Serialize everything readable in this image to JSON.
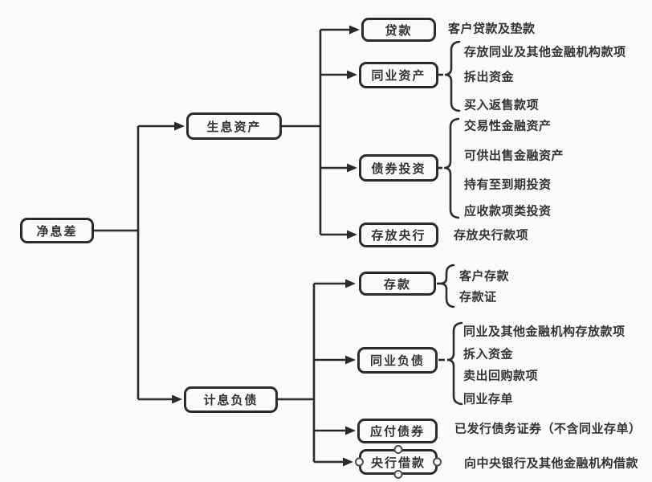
{
  "diagram": {
    "colors": {
      "stroke": "#2b2b2b",
      "text": "#333333",
      "background": "#fbfbfb"
    },
    "root": {
      "label": "净息差"
    },
    "assets": {
      "label": "生息资产",
      "children": [
        {
          "label": "贷款",
          "items": [
            "客户贷款及垫款"
          ]
        },
        {
          "label": "同业资产",
          "items": [
            "存放同业及其他金融机构款项",
            "拆出资金",
            "买入返售款项"
          ]
        },
        {
          "label": "债券投资",
          "items": [
            "交易性金融资产",
            "可供出售金融资产",
            "持有至到期投资",
            "应收款项类投资"
          ]
        },
        {
          "label": "存放央行",
          "items": [
            "存放央行款项"
          ]
        }
      ]
    },
    "liabilities": {
      "label": "计息负债",
      "children": [
        {
          "label": "存款",
          "items": [
            "客户存款",
            "存款证"
          ]
        },
        {
          "label": "同业负债",
          "items": [
            "同业及其他金融机构存放款项",
            "拆入资金",
            "卖出回购款项",
            "同业存单"
          ]
        },
        {
          "label": "应付债券",
          "items": [
            "已发行债务证券（不含同业存单）"
          ]
        },
        {
          "label": "央行借款",
          "items": [
            "向中央银行及其他金融机构借款"
          ]
        }
      ]
    },
    "selection": {
      "selected_node_label": "央行借款"
    }
  }
}
